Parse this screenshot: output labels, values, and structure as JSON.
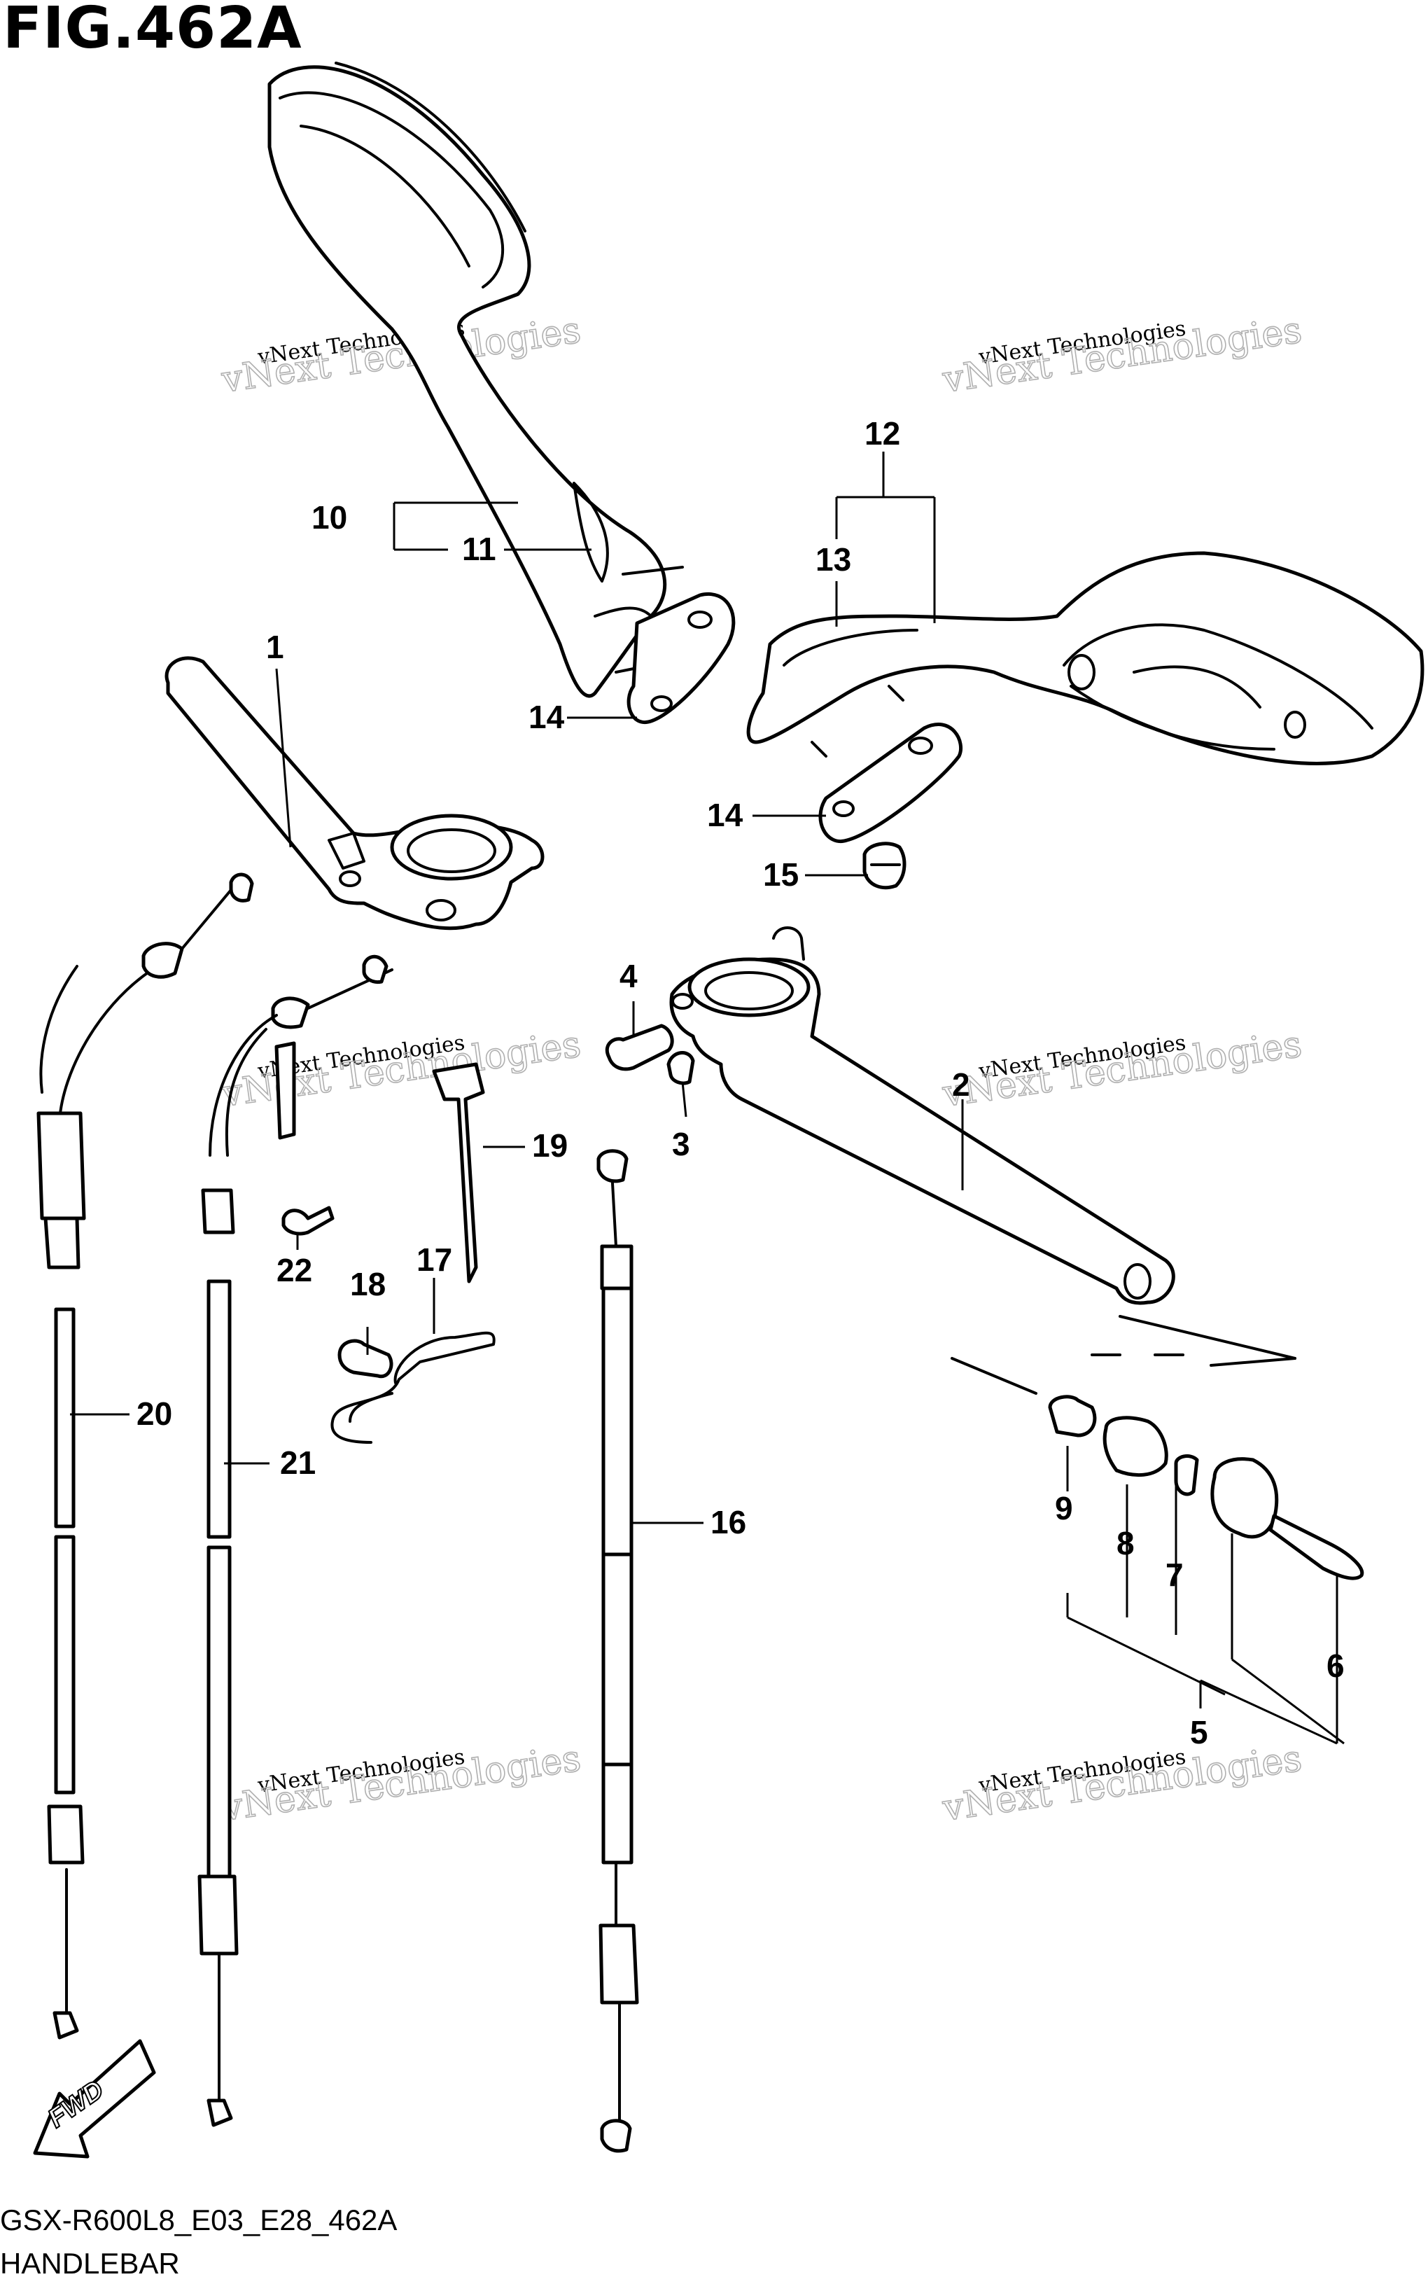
{
  "figure": {
    "title": "FIG.462A",
    "code": "GSX-R600L8_E03_E28_462A",
    "name": "HANDLEBAR"
  },
  "watermark": {
    "line1": "vNext Technologies",
    "line2": "vNext Technologies"
  },
  "direction_label": "FWD",
  "callouts": [
    "1",
    "2",
    "3",
    "4",
    "5",
    "6",
    "7",
    "8",
    "9",
    "10",
    "11",
    "12",
    "13",
    "14",
    "14",
    "15",
    "16",
    "17",
    "18",
    "19",
    "20",
    "21",
    "22"
  ],
  "line_color": "#000000",
  "background_color": "#ffffff"
}
